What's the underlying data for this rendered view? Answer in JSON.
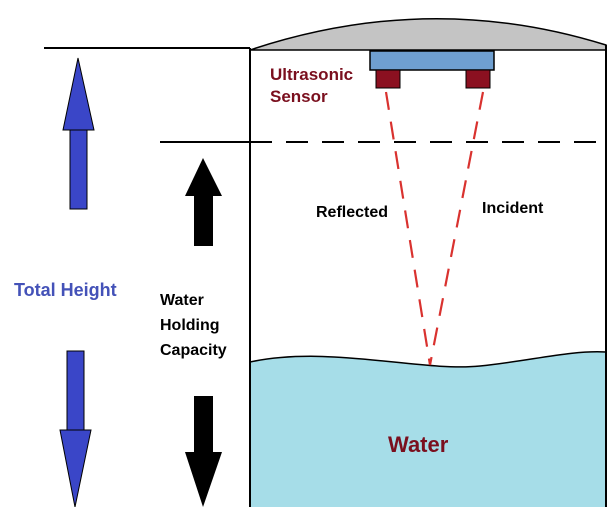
{
  "labels": {
    "total_height": "Total Height",
    "water_holding_capacity": [
      "Water",
      "Holding",
      "Capacity"
    ],
    "ultrasonic_sensor": [
      "Ultrasonic",
      "Sensor"
    ],
    "reflected": "Reflected",
    "incident": "Incident",
    "water": "Water"
  },
  "colors": {
    "blue_arrow": "#3a46c8",
    "black_arrow": "#000000",
    "sensor_label": "#7a0f1e",
    "beam": "#d9322f",
    "sensor_body": "#6f9fd0",
    "transducer": "#8b1020",
    "dome": "#c4c4c4",
    "water_fill": "#a6dde8",
    "water_label": "#7a0f1e",
    "total_height_label": "#4452b8"
  },
  "icons": [
    "up-arrow-icon",
    "down-arrow-icon",
    "ultrasonic-sensor-icon"
  ]
}
